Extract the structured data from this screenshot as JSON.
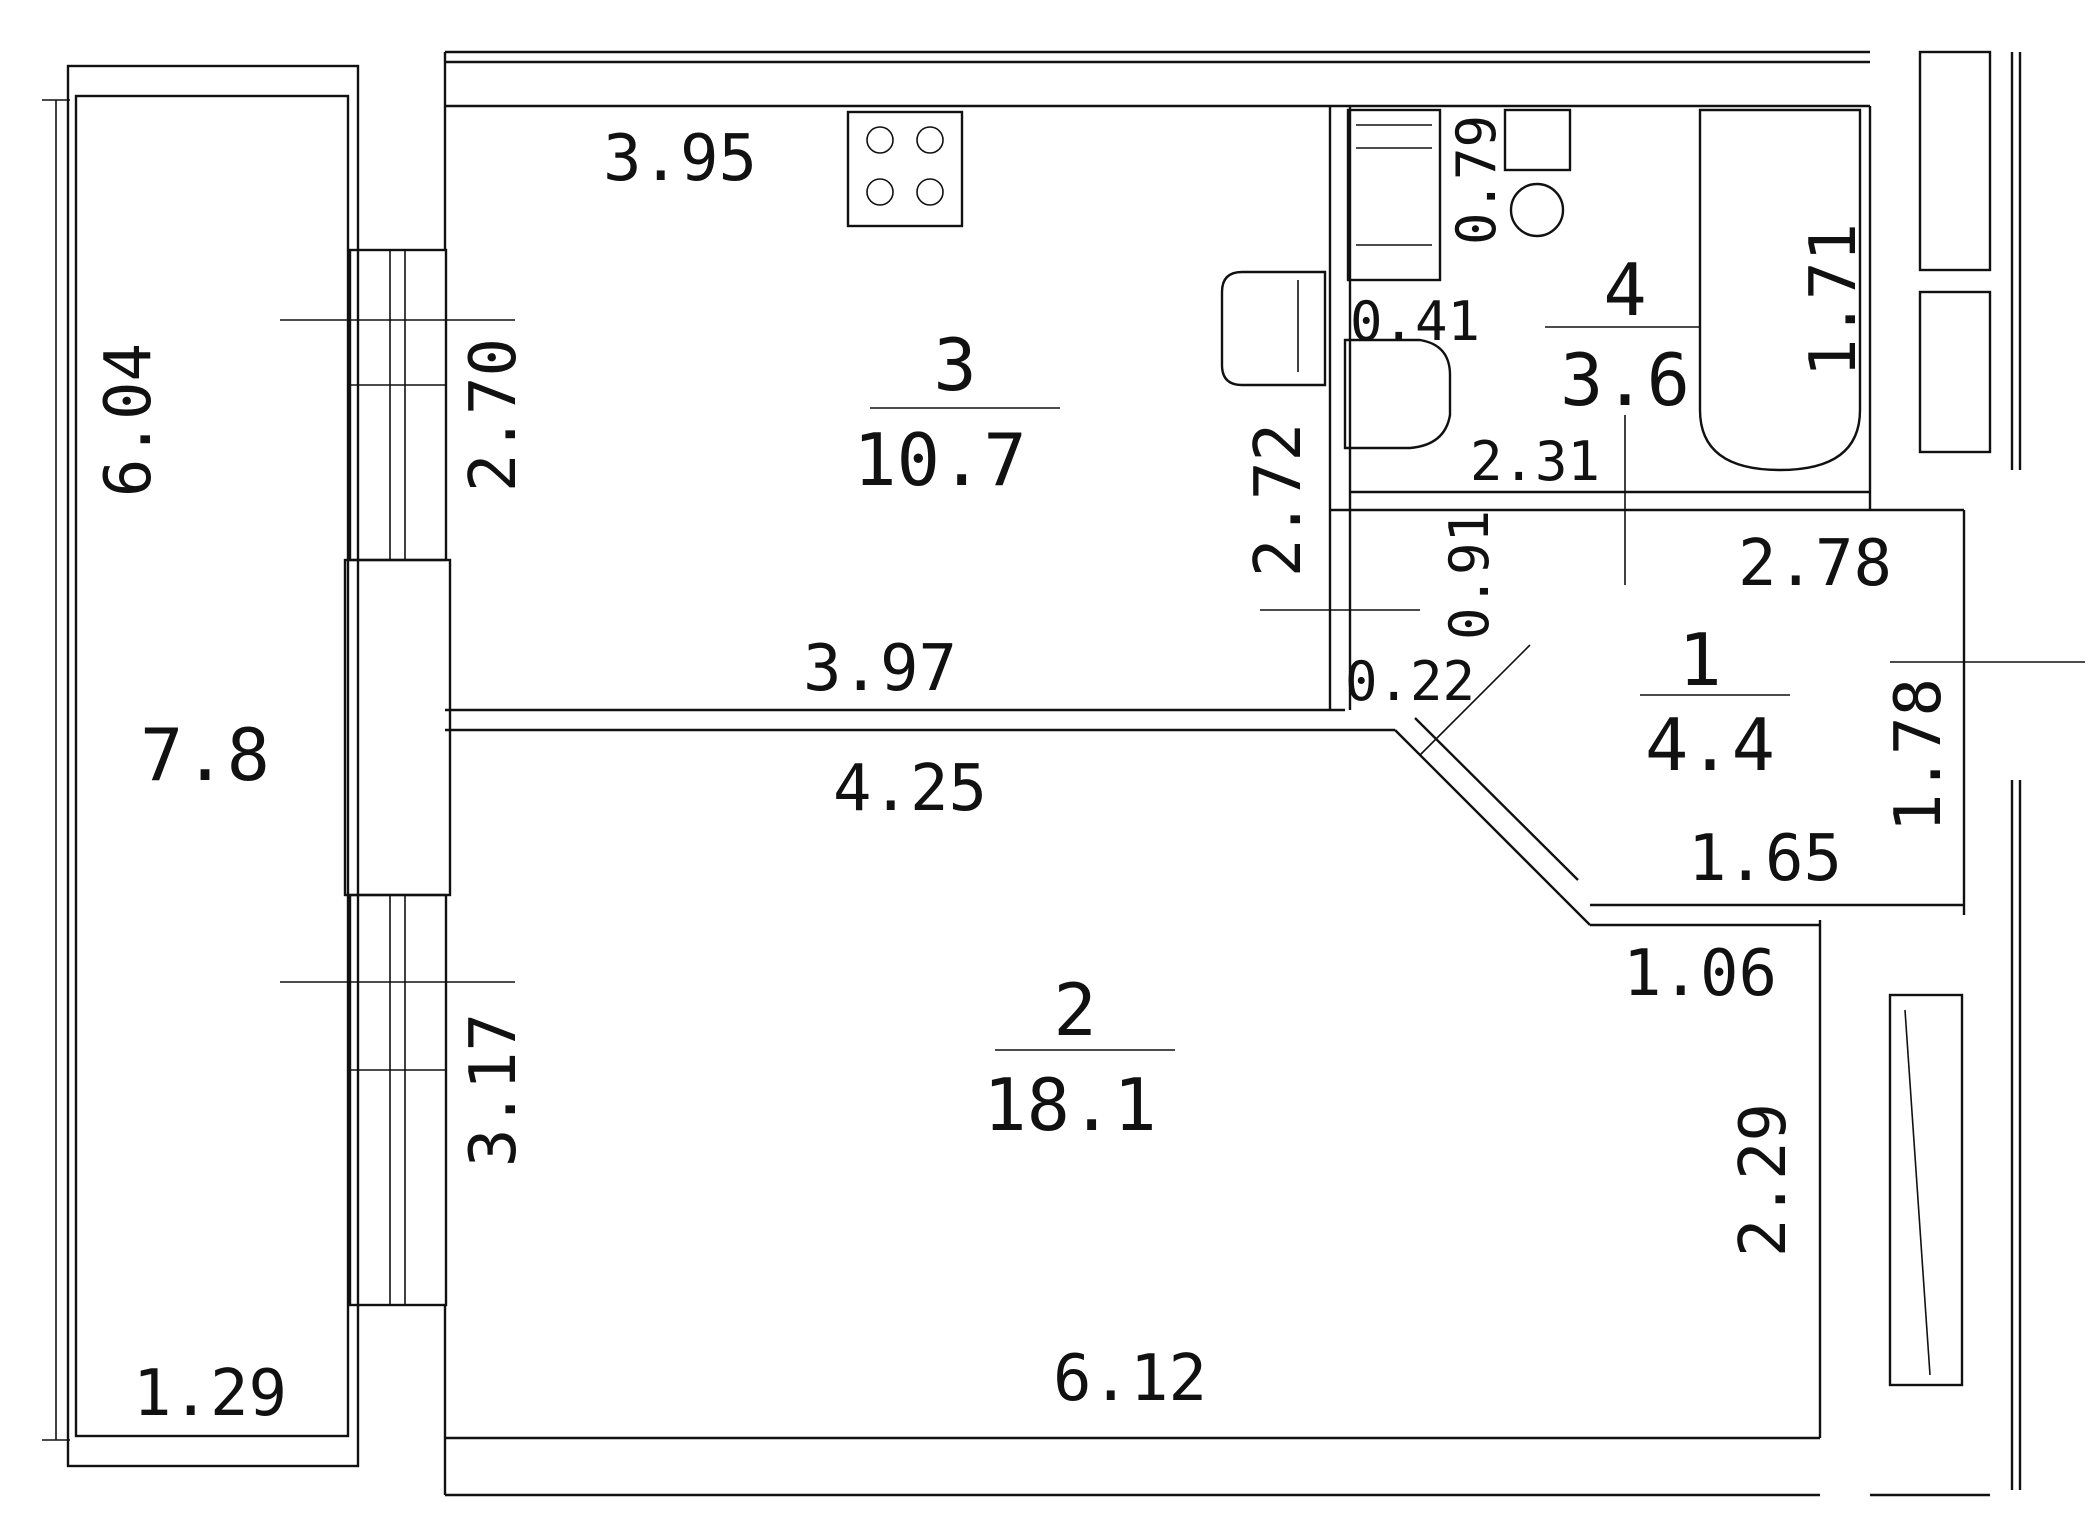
{
  "rooms": {
    "kitchen": {
      "number": "3",
      "area": "10.7"
    },
    "living": {
      "number": "2",
      "area": "18.1"
    },
    "bathroom": {
      "number": "4",
      "area": "3.6"
    },
    "hall": {
      "number": "1",
      "area": "4.4"
    },
    "balcony": {
      "area": "7.8"
    }
  },
  "dimensions": {
    "kitchen_top": "3.95",
    "kitchen_bottom": "3.97",
    "kitchen_window_height": "2.70",
    "kitchen_right": "2.72",
    "living_top": "4.25",
    "living_window_height": "3.17",
    "living_bottom": "6.12",
    "living_right": "2.29",
    "living_notch": "1.06",
    "balcony_length": "6.04",
    "balcony_width": "1.29",
    "bath_door": "0.79",
    "bath_sink": "0.41",
    "bath_width": "2.31",
    "bath_height": "1.71",
    "hall_top": "2.78",
    "hall_door": "0.91",
    "hall_corner": "0.22",
    "hall_right": "1.78",
    "hall_bottom": "1.65"
  },
  "colors": {
    "ink": "#111111",
    "paper": "#ffffff"
  }
}
